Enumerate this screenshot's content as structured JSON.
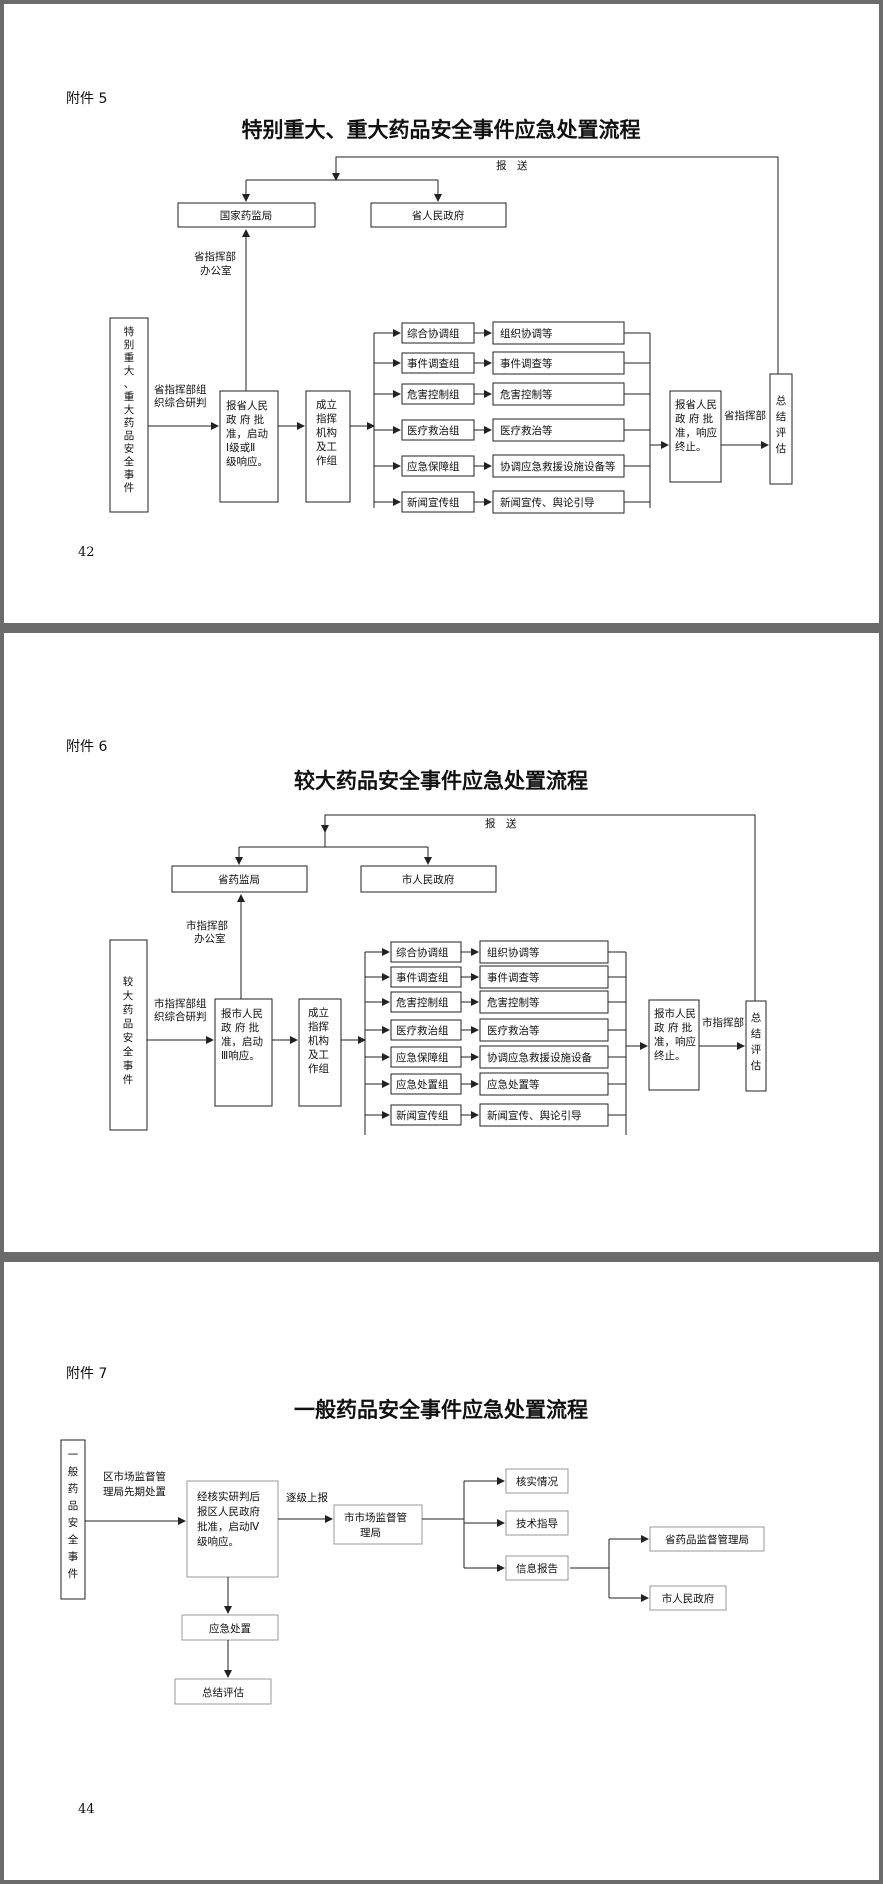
{
  "pages": [
    {
      "attachment": "附件 5",
      "title": "特别重大、重大药品安全事件应急处置流程",
      "report_label": "报　送",
      "top_left_box": "国家药监局",
      "top_right_box": "省人民政府",
      "office_label": [
        "省指挥部",
        "办公室"
      ],
      "event_box": [
        "特",
        "别",
        "重",
        "大",
        "、",
        "重",
        "大",
        "药",
        "品",
        "安",
        "全",
        "事",
        "件"
      ],
      "research_label": [
        "省指挥部组",
        "织综合研判"
      ],
      "report_box": [
        "报省人民",
        "政 府 批",
        "准，启动",
        "Ⅰ级或Ⅱ",
        "级响应。"
      ],
      "setup_box": [
        "成立",
        "指挥",
        "机构",
        "及工",
        "作组"
      ],
      "groups": [
        {
          "name": "综合协调组",
          "task": "组织协调等"
        },
        {
          "name": "事件调查组",
          "task": "事件调查等"
        },
        {
          "name": "危害控制组",
          "task": "危害控制等"
        },
        {
          "name": "医疗救治组",
          "task": "医疗救治等"
        },
        {
          "name": "应急保障组",
          "task": "协调应急救援设施设备等"
        },
        {
          "name": "新闻宣传组",
          "task": "新闻宣传、舆论引导"
        }
      ],
      "end_box": [
        "报省人民",
        "政 府 批",
        "准，响应",
        "终止。"
      ],
      "command_label": "省指挥部",
      "eval_box": [
        "总",
        "结",
        "评",
        "估"
      ],
      "page_number": "42"
    },
    {
      "attachment": "附件 6",
      "title": "较大药品安全事件应急处置流程",
      "report_label": "报　送",
      "top_left_box": "省药监局",
      "top_right_box": "市人民政府",
      "office_label": [
        "市指挥部",
        "办公室"
      ],
      "event_box": [
        "较",
        "大",
        "药",
        "品",
        "安",
        "全",
        "事",
        "件"
      ],
      "research_label": [
        "市指挥部组",
        "织综合研判"
      ],
      "report_box": [
        "报市人民",
        "政 府 批",
        "准，启动",
        "Ⅲ响应。"
      ],
      "setup_box": [
        "成立",
        "指挥",
        "机构",
        "及工",
        "作组"
      ],
      "groups": [
        {
          "name": "综合协调组",
          "task": "组织协调等"
        },
        {
          "name": "事件调查组",
          "task": "事件调查等"
        },
        {
          "name": "危害控制组",
          "task": "危害控制等"
        },
        {
          "name": "医疗救治组",
          "task": "医疗救治等"
        },
        {
          "name": "应急保障组",
          "task": "协调应急救援设施设备"
        },
        {
          "name": "应急处置组",
          "task": "应急处置等"
        },
        {
          "name": "新闻宣传组",
          "task": "新闻宣传、舆论引导"
        }
      ],
      "end_box": [
        "报市人民",
        "政 府 批",
        "准，响应",
        "终止。"
      ],
      "command_label": "市指挥部",
      "eval_box": [
        "总",
        "结",
        "评",
        "估"
      ]
    },
    {
      "attachment": "附件 7",
      "title": "一般药品安全事件应急处置流程",
      "event_box": [
        "一",
        "般",
        "药",
        "品",
        "安",
        "全",
        "事",
        "件"
      ],
      "first_label": [
        "区市场监督管",
        "理局先期处置"
      ],
      "verify_box": [
        "经核实研判后",
        "报区人民政府",
        "批准，启动Ⅳ",
        "级响应。"
      ],
      "escalate_label": "逐级上报",
      "city_box": [
        "市市场监督管",
        "理局"
      ],
      "outputs": [
        "核实情况",
        "技术指导",
        "信息报告"
      ],
      "report_targets": [
        "省药品监督管理局",
        "市人民政府"
      ],
      "handle_box": "应急处置",
      "summary_box": "总结评估",
      "page_number": "44"
    }
  ]
}
